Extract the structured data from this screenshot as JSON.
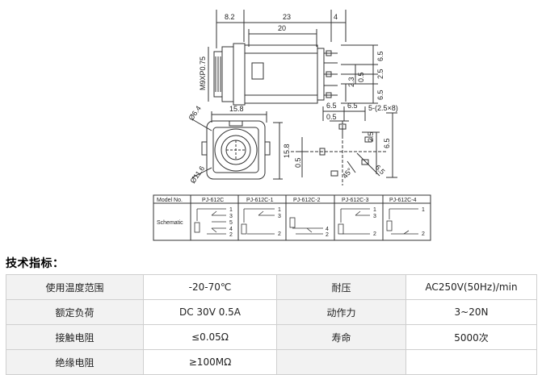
{
  "drawing": {
    "side_view": {
      "dims": {
        "front": "8.2",
        "body": "23",
        "shoulder": "20",
        "tab": "4"
      },
      "thread": "M9XP0.75",
      "pins_right": {
        "top": "6.5",
        "mid": "2.5",
        "lower": "0.5",
        "bottom": "6.5"
      },
      "pin_len": "2.3"
    },
    "front_view": {
      "width": "15.8",
      "height": "15.8",
      "hole": "Ø6.4",
      "circle": "Ø11.6"
    },
    "pin_view": {
      "top_left": "6.5",
      "top_right": "6.5",
      "small": "0.5",
      "holes": "5-(2.5×8)",
      "right_a": "2.5",
      "right_b": "6.5",
      "left": "0.5",
      "angle": "45°",
      "diag": "6.5"
    },
    "schematic_table": {
      "header_label": "Model No.",
      "row_label": "Schematic",
      "models": [
        "PJ-612C",
        "PJ-612C-1",
        "PJ-612C-2",
        "PJ-612C-3",
        "PJ-612C-4"
      ],
      "pins": [
        [
          "1",
          "3",
          "5",
          "4",
          "2"
        ],
        [
          "1",
          "3",
          "2"
        ],
        [
          "4",
          "2"
        ],
        [
          "1",
          "3",
          "2"
        ],
        [
          "1",
          "2"
        ]
      ]
    }
  },
  "spec": {
    "title": "技术指标：",
    "rows": [
      {
        "k1": "使用温度范围",
        "v1": "-20-70℃",
        "k2": "耐压",
        "v2": "AC250V(50Hz)/min"
      },
      {
        "k1": "额定负荷",
        "v1": "DC 30V 0.5A",
        "k2": "动作力",
        "v2": "3~20N"
      },
      {
        "k1": "接触电阻",
        "v1": "≤0.05Ω",
        "k2": "寿命",
        "v2": "5000次"
      },
      {
        "k1": "绝缘电阻",
        "v1": "≥100MΩ",
        "k2": "",
        "v2": ""
      }
    ]
  }
}
